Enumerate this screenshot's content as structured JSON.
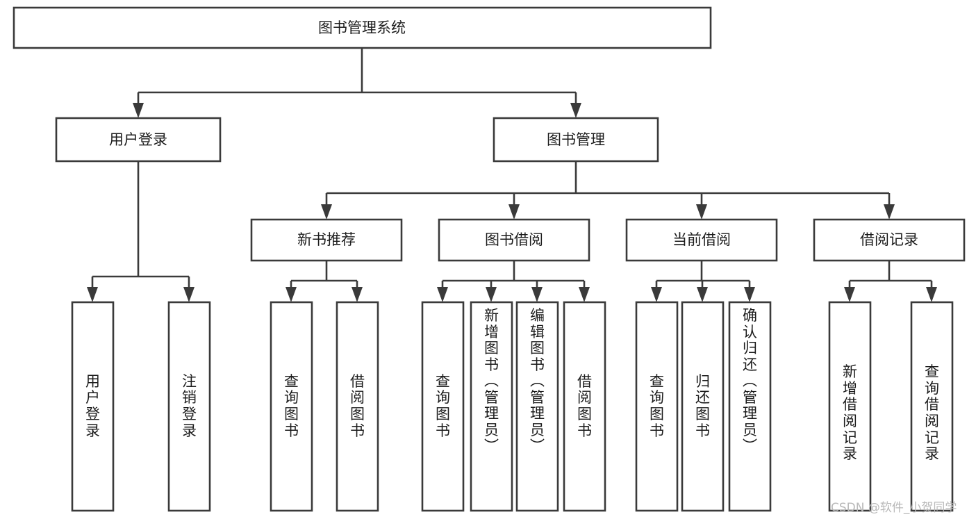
{
  "diagram": {
    "title": "图书管理系统",
    "type": "tree",
    "watermark": "CSDN @软件_小贺同学",
    "colors": {
      "box_stroke": "#3a3a3a",
      "box_fill": "#ffffff",
      "text": "#1c1c1c",
      "background": "#ffffff",
      "watermark": "#b9b9b9"
    },
    "root": {
      "label": "图书管理系统"
    },
    "level2": [
      {
        "label": "用户登录"
      },
      {
        "label": "图书管理"
      }
    ],
    "level3": [
      {
        "label": "新书推荐"
      },
      {
        "label": "图书借阅"
      },
      {
        "label": "当前借阅"
      },
      {
        "label": "借阅记录"
      }
    ],
    "leaves": {
      "user_login": [
        {
          "label": "用户登录"
        },
        {
          "label": "注销登录"
        }
      ],
      "new_book_recommend": [
        {
          "label": "查询图书"
        },
        {
          "label": "借阅图书"
        }
      ],
      "book_borrow": [
        {
          "label": "查询图书"
        },
        {
          "label": "新增图书（管理员）"
        },
        {
          "label": "编辑图书（管理员）"
        },
        {
          "label": "借阅图书"
        }
      ],
      "current_borrow": [
        {
          "label": "查询图书"
        },
        {
          "label": "归还图书"
        },
        {
          "label": "确认归还（管理员）"
        }
      ],
      "borrow_record": [
        {
          "label": "新增借阅记录"
        },
        {
          "label": "查询借阅记录"
        }
      ]
    }
  }
}
